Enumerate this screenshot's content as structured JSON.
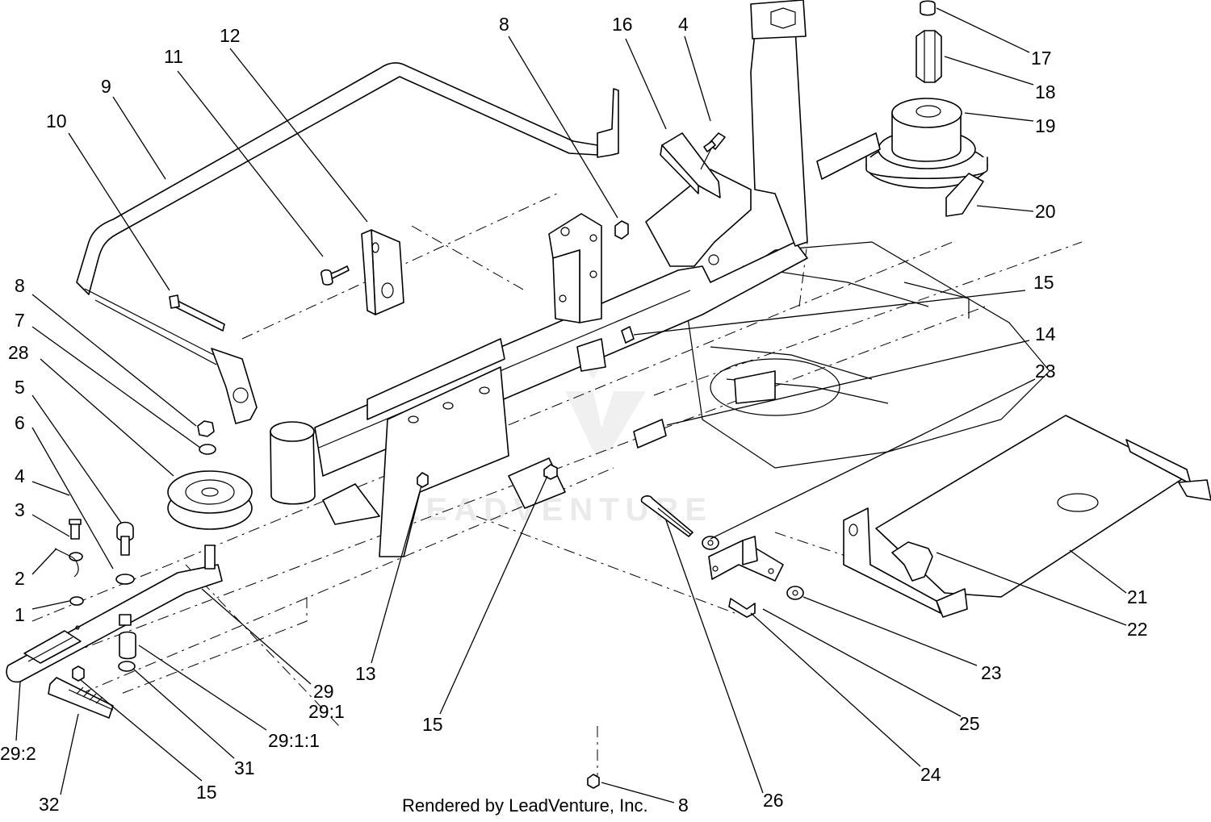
{
  "credit": "Rendered by LeadVenture, Inc.",
  "watermark": "LEADVENTURE",
  "callouts": {
    "c1": "1",
    "c2": "2",
    "c3": "3",
    "c4a": "4",
    "c4b": "4",
    "c5": "5",
    "c6": "6",
    "c7": "7",
    "c8a": "8",
    "c8b": "8",
    "c8c": "8",
    "c9": "9",
    "c10": "10",
    "c11": "11",
    "c12": "12",
    "c13": "13",
    "c14": "14",
    "c15a": "15",
    "c15b": "15",
    "c15c": "15",
    "c16": "16",
    "c17": "17",
    "c18": "18",
    "c19": "19",
    "c20": "20",
    "c21": "21",
    "c22": "22",
    "c23a": "23",
    "c23b": "23",
    "c24": "24",
    "c25": "25",
    "c26": "26",
    "c28": "28",
    "c29": "29",
    "c29_1": "29:1",
    "c29_1_1": "29:1:1",
    "c29_2": "29:2",
    "c31": "31",
    "c32": "32"
  }
}
